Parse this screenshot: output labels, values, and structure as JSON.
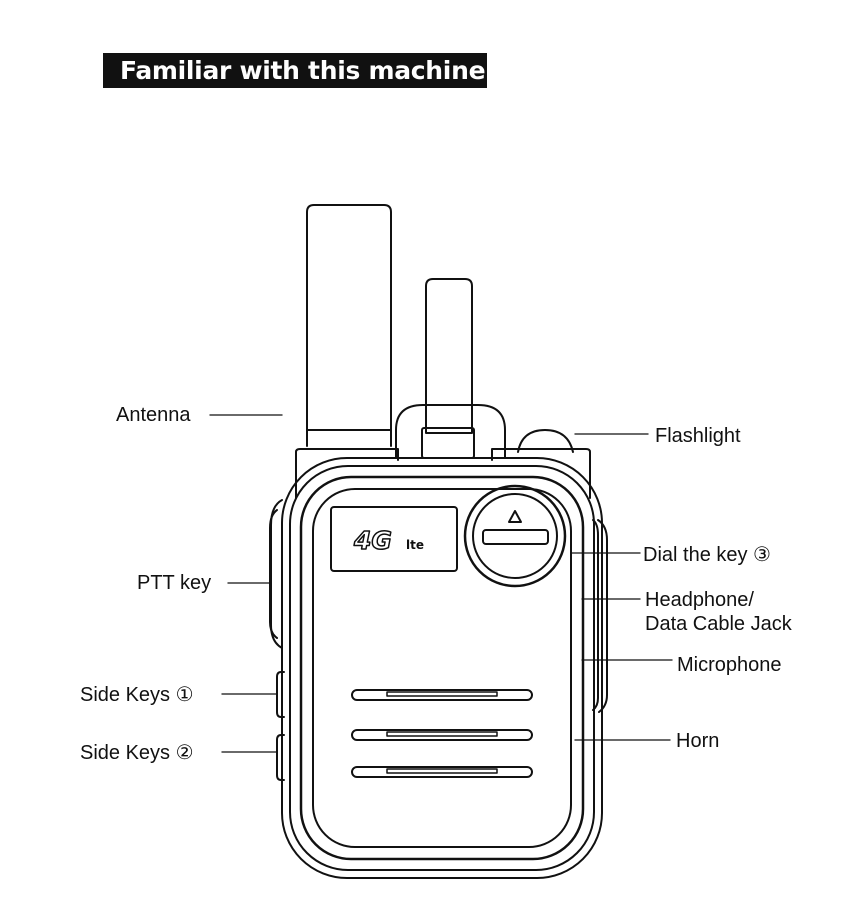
{
  "title": "Familiar with this machine",
  "badge": {
    "big": "4G",
    "small": "lte"
  },
  "labels": {
    "antenna": "Antenna",
    "ptt_key": "PTT key",
    "side_keys_1": "Side Keys ①",
    "side_keys_2": "Side Keys ②",
    "flashlight": "Flashlight",
    "dial_key": "Dial the key ③",
    "headphone_line1": "Headphone/",
    "headphone_line2": "Data Cable Jack",
    "microphone": "Microphone",
    "horn": "Horn"
  }
}
